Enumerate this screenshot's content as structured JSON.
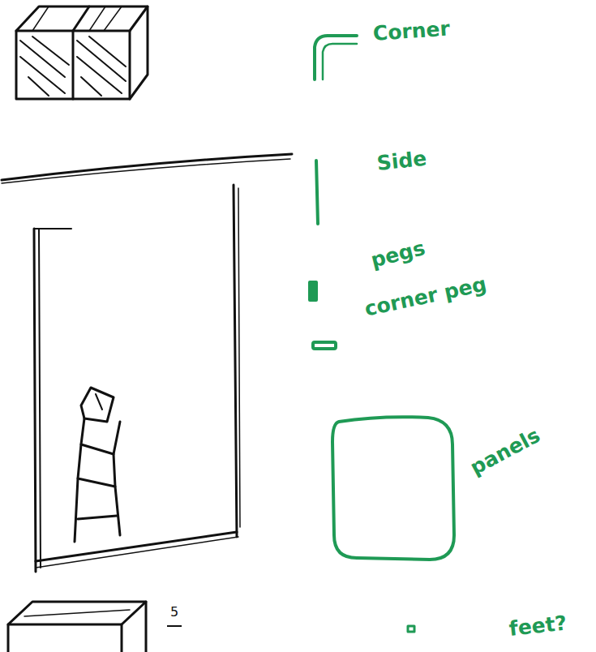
{
  "diagram": {
    "labels": [
      "Corner",
      "Side",
      "pegs",
      "corner peg",
      "panels",
      "feet?",
      "5"
    ]
  }
}
